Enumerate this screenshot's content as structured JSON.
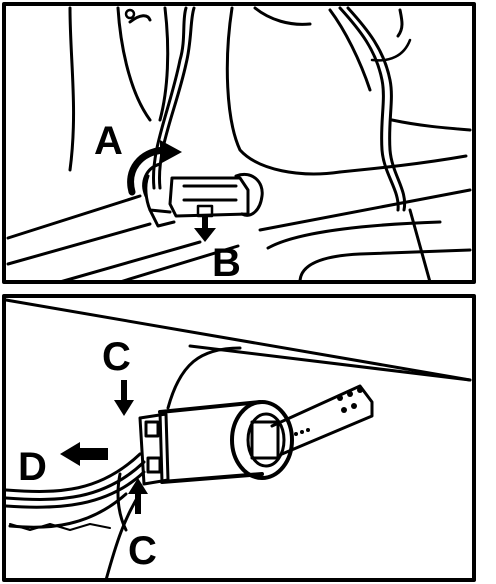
{
  "panels": [
    {
      "id": "top",
      "callouts": {
        "a": "A",
        "b": "B"
      }
    },
    {
      "id": "bottom",
      "callouts": {
        "c_top": "C",
        "c_bottom": "C",
        "d": "D"
      }
    }
  ],
  "icons": {
    "rotate_arrow": "curved-rotate-arrow-icon",
    "pull_down_arrow": "down-arrow-icon",
    "release_arrows": "squeeze-arrow-icon",
    "pull_out_arrow": "left-arrow-icon"
  },
  "colors": {
    "ink": "#000000",
    "paper": "#ffffff"
  }
}
